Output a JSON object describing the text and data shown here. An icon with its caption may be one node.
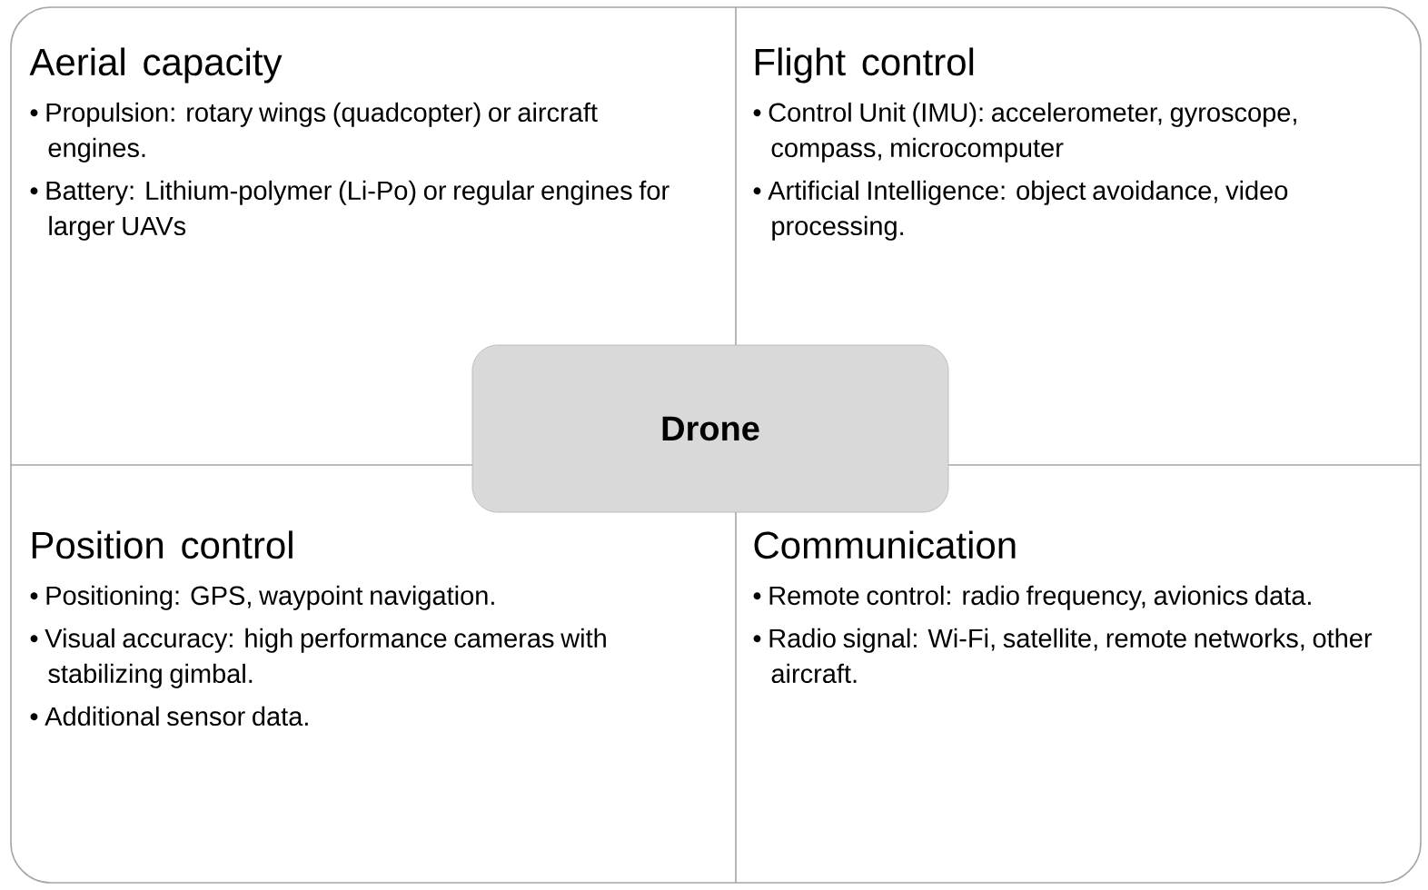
{
  "diagram": {
    "nodes": [
      {
        "text": [
          "Aerial capacity",
          "• Propulsion:  rotary wings (quadcopter) or aircraft engines.",
          "• Battery: Lithium-polymer (Li-Po) or regular engines for larger UAVs"
        ]
      },
      {
        "text": [
          "Flight control",
          "• Control Unit (IMU): accelerometer, gyroscope, compass, microcomputer",
          "• Artificial Intelligence: object avoidance, video processing."
        ]
      },
      {
        "text": [
          "Position control",
          "• Positioning:  GPS, waypoint navigation.",
          "• Visual accuracy: high performance cameras with stabilizing gimbal.",
          "• Additional sensor data."
        ]
      },
      {
        "text": [
          "Communication",
          "• Remote control: radio frequency, avionics data.",
          "• Radio signal:  Wi-Fi, satellite, remote networks, other aircraft."
        ]
      },
      {
        "text": [
          "Drone"
        ]
      }
    ],
    "edges": []
  }
}
